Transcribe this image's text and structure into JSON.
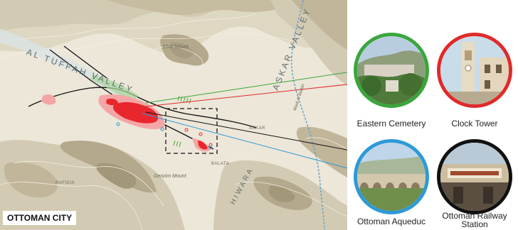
{
  "map": {
    "title": "OTTOMAN CITY",
    "valley_labels": {
      "al_tuffah": "AL TUFFAH VALLEY",
      "askar": "ASKAR VALLEY",
      "hiwara": "HIWARA"
    },
    "mountains": {
      "ebal": "Ebal Mount",
      "gerizim": "Gerizim Mount"
    },
    "places": {
      "askar": "ASKAR",
      "balata": "BALATA",
      "rafidia": "RAFIDIA",
      "wadi_al_badan": "Wadi Al Badan"
    },
    "colors": {
      "terrain_light": "#ece7d8",
      "terrain_mid": "#d2cab2",
      "terrain_dark": "#b4a98c",
      "city_core": "#e8262c",
      "city_spread": "#f4a6a6",
      "green_area": "#4c9e3c",
      "river": "#6aa4c8"
    }
  },
  "sites": [
    {
      "name": "Eastern Cemetery",
      "ring_color": "#3aa63c"
    },
    {
      "name": "Clock Tower",
      "ring_color": "#e02a2a"
    },
    {
      "name": "Ottoman Aqueduc",
      "ring_color": "#2d9ad6"
    },
    {
      "name": "Ottoman Railway Station",
      "ring_color": "#111111"
    }
  ]
}
